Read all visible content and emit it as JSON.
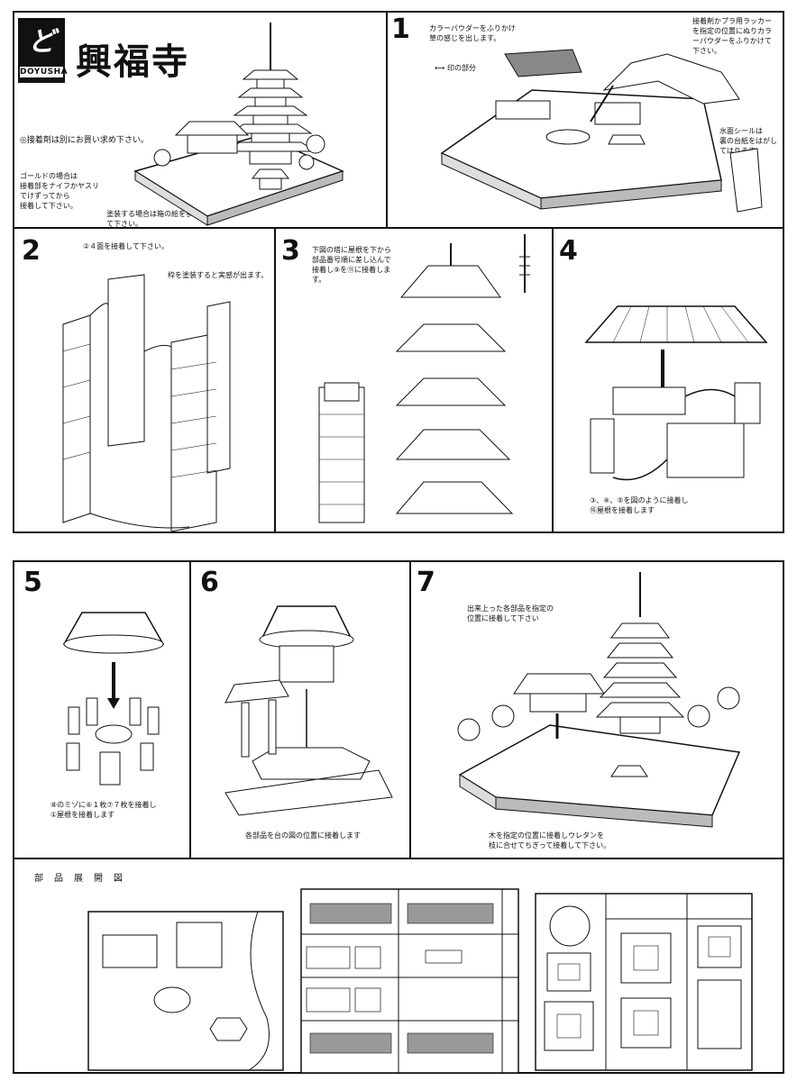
{
  "header": {
    "logo_mark": "ど",
    "brand": "DOYUSHA",
    "title": "興福寺",
    "note_glue": "◎接着剤は別にお買い求め下さい。",
    "note_gold": "ゴールドの場合は\n接着部をナイフかヤスリ\nでけずってから\n接着して下さい。",
    "note_paint": "塗装する場合は箱の絵を参考にし\nて下さい。"
  },
  "steps": [
    {
      "number": "1",
      "text_a": "カラーパウダーをふりかけ\n草の感じを出します。",
      "text_b": "接着剤かプラ用ラッカー\nを指定の位置にぬりカラ\nーパウダーをふりかけて\n下さい。",
      "text_c": "⟷ 印の部分",
      "text_d": "水面シールは\n裏の台紙をはがし\nてはります"
    },
    {
      "number": "2",
      "text_a": "②４面を接着して下さい。",
      "text_b": "枠を塗装すると実感が出ます。"
    },
    {
      "number": "3",
      "text_a": "下図の塔に屋根を下から\n部品番号順に差し込んで\n接着し⑨を⑪に接着しま\nす。"
    },
    {
      "number": "4",
      "text_a": "③、④、⑤を図のように接着し\n⑯屋根を接着します"
    },
    {
      "number": "5",
      "text_a": "⑧のミゾに⑥１枚⑦７枚を接着し\n①屋根を接着します"
    },
    {
      "number": "6",
      "text_a": "各部品を台の図の位置に接着します"
    },
    {
      "number": "7",
      "text_a": "出来上った各部品を指定の\n位置に接着して下さい",
      "text_b": "木を指定の位置に接着しウレタンを\n枝に合せてちぎって接着して下さい。"
    }
  ],
  "parts": {
    "title": "部品展開図"
  }
}
